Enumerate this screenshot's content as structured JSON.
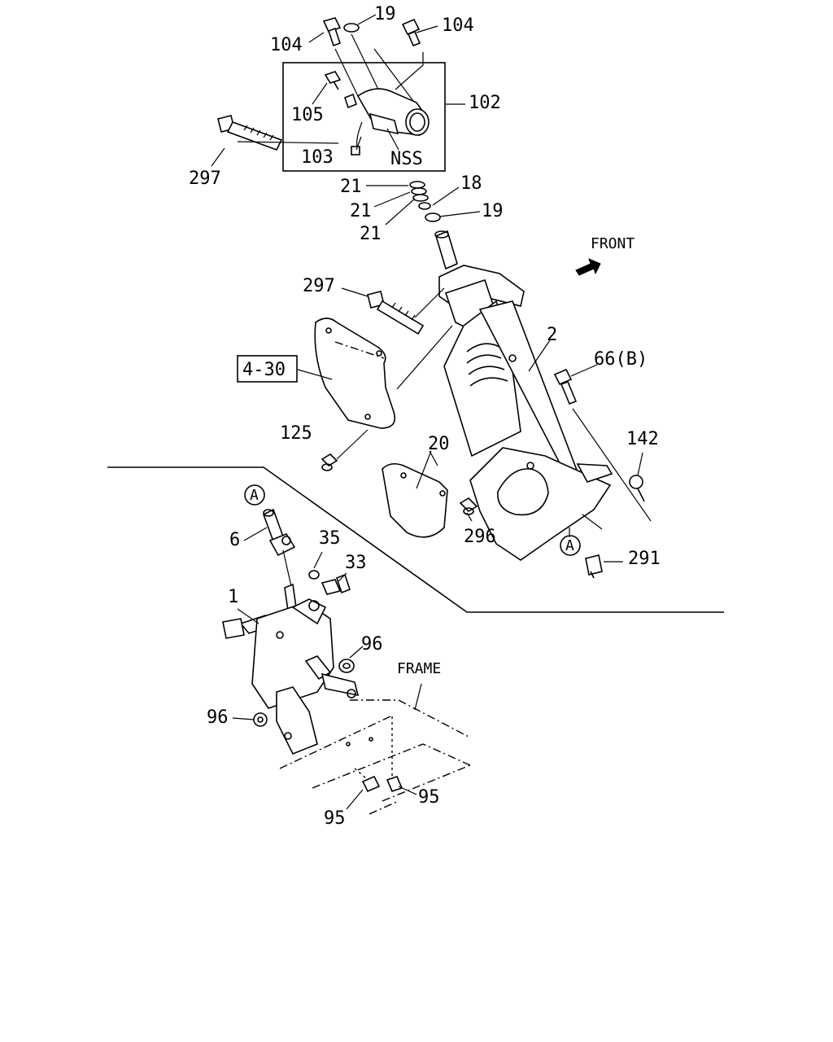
{
  "labels": {
    "l104a": "104",
    "l19a": "19",
    "l104b": "104",
    "l105": "105",
    "l102": "102",
    "l103": "103",
    "lnss": "NSS",
    "l297a": "297",
    "l21a": "21",
    "l21b": "21",
    "l21c": "21",
    "l18": "18",
    "l19b": "19",
    "lfront": "FRONT",
    "l297b": "297",
    "l2": "2",
    "l66b": "66(B)",
    "l430": "4-30",
    "l125": "125",
    "l20": "20",
    "l142": "142",
    "l296": "296",
    "lA1": "A",
    "l291": "291",
    "lA2": "A",
    "l6": "6",
    "l35": "35",
    "l33": "33",
    "l1": "1",
    "l96a": "96",
    "lframe": "FRAME",
    "l96b": "96",
    "l95a": "95",
    "l95b": "95"
  }
}
